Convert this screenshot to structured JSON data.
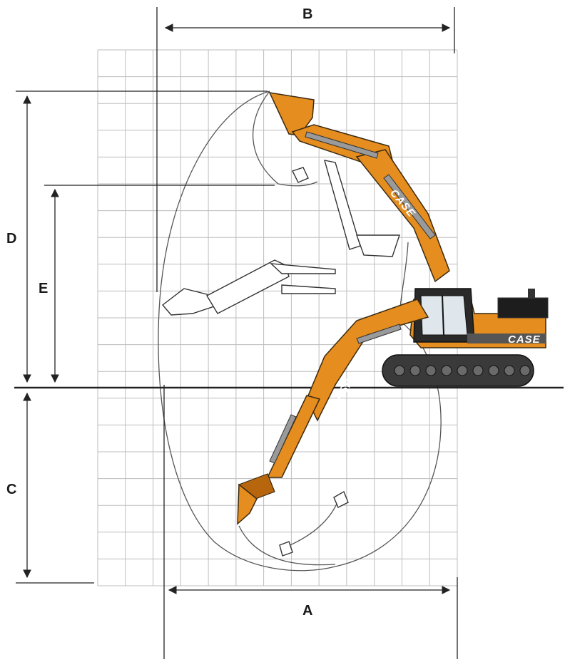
{
  "labels": {
    "A": "A",
    "B": "B",
    "C": "C",
    "D": "D",
    "E": "E"
  },
  "brand": {
    "boom_text": "CASE",
    "arm_text": "CASE",
    "body_text": "CASE"
  },
  "colors": {
    "machine_orange": "#e58d1f",
    "grid": "#bdbdbd",
    "ground": "#222222"
  }
}
